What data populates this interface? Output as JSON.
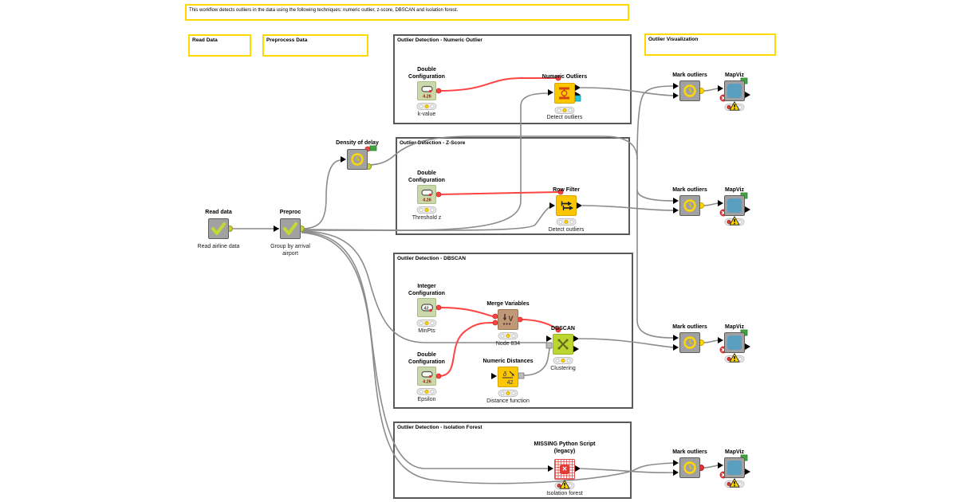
{
  "annotation": {
    "text": "This workflow detects outliers in the data using the following techniques: numeric outlier, z-score, DBSCAN and isolation forest."
  },
  "frames": {
    "read_data": "Read Data",
    "preprocess": "Preprocess Data",
    "visualization": "Outlier Visualization",
    "numeric": "Outlier Detection - Numeric Outlier",
    "zscore": "Outlier Detection - Z-Score",
    "dbscan": "Outlier Detection - DBSCAN",
    "isolation": "Outlier Detection - Isolation Forest"
  },
  "nodes": {
    "read_data": {
      "title": "Read data",
      "label": "Read airline data"
    },
    "preproc": {
      "title": "Preproc",
      "label": "Group by arrival airport"
    },
    "density": {
      "title": "Density of delay"
    },
    "dc_k": {
      "title": "Double Configuration",
      "label": "k-value"
    },
    "numeric_outliers": {
      "title": "Numeric Outliers",
      "label": "Detect outliers"
    },
    "dc_z": {
      "title": "Double Configuration",
      "label": "Threshold z"
    },
    "row_filter": {
      "title": "Row Filter",
      "label": "Detect outliers"
    },
    "ic_minpts": {
      "title": "Integer Configuration",
      "label": "MinPts"
    },
    "merge_vars": {
      "title": "Merge Variables",
      "label": "Node 834"
    },
    "dc_eps": {
      "title": "Double Configuration",
      "label": "Epsilon"
    },
    "num_dist": {
      "title": "Numeric Distances",
      "label": "Distance function"
    },
    "dbscan": {
      "title": "DBSCAN",
      "label": "Clustering"
    },
    "python": {
      "title": "MISSING Python Script (legacy)",
      "label": "Isolation forest"
    },
    "mark1": {
      "title": "Mark outliers"
    },
    "mark2": {
      "title": "Mark outliers"
    },
    "mark3": {
      "title": "Mark outliers"
    },
    "mark4": {
      "title": "Mark outliers"
    },
    "mapviz1": {
      "title": "MapViz"
    },
    "mapviz2": {
      "title": "MapViz"
    },
    "mapviz3": {
      "title": "MapViz"
    },
    "mapviz4": {
      "title": "MapViz"
    }
  },
  "colors": {
    "annotation_yellow": "#FFD800",
    "node_yellow": "#FCC700",
    "config_green": "#CBD8AB",
    "component_gray": "#A1A1A1",
    "dbscan_lime": "#BDD52F",
    "merge_tan": "#C09878",
    "map_blue": "#5B9FC0",
    "wire_gray": "#8C8C8C",
    "flow_variable_red": "#FF4242",
    "error_red": "#D32F2F",
    "image_port_green": "#3FA63F",
    "frame_border_gray": "#595959"
  }
}
